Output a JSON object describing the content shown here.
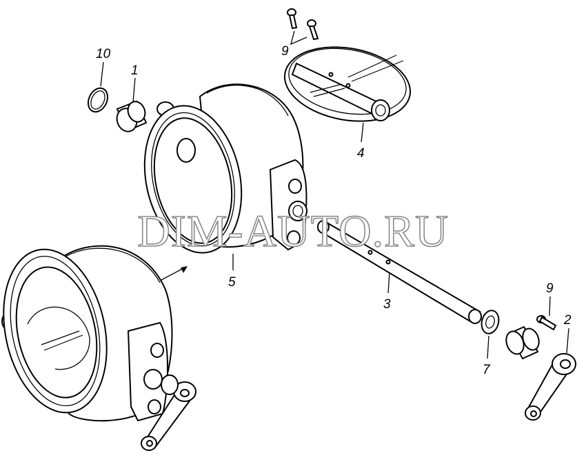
{
  "watermark": "DIM-AUTO.RU",
  "callouts": {
    "p1": "1",
    "p2": "2",
    "p3": "3",
    "p4": "4",
    "p5": "5",
    "p7": "7",
    "p9_top": "9",
    "p9_right": "9",
    "p10": "10"
  }
}
